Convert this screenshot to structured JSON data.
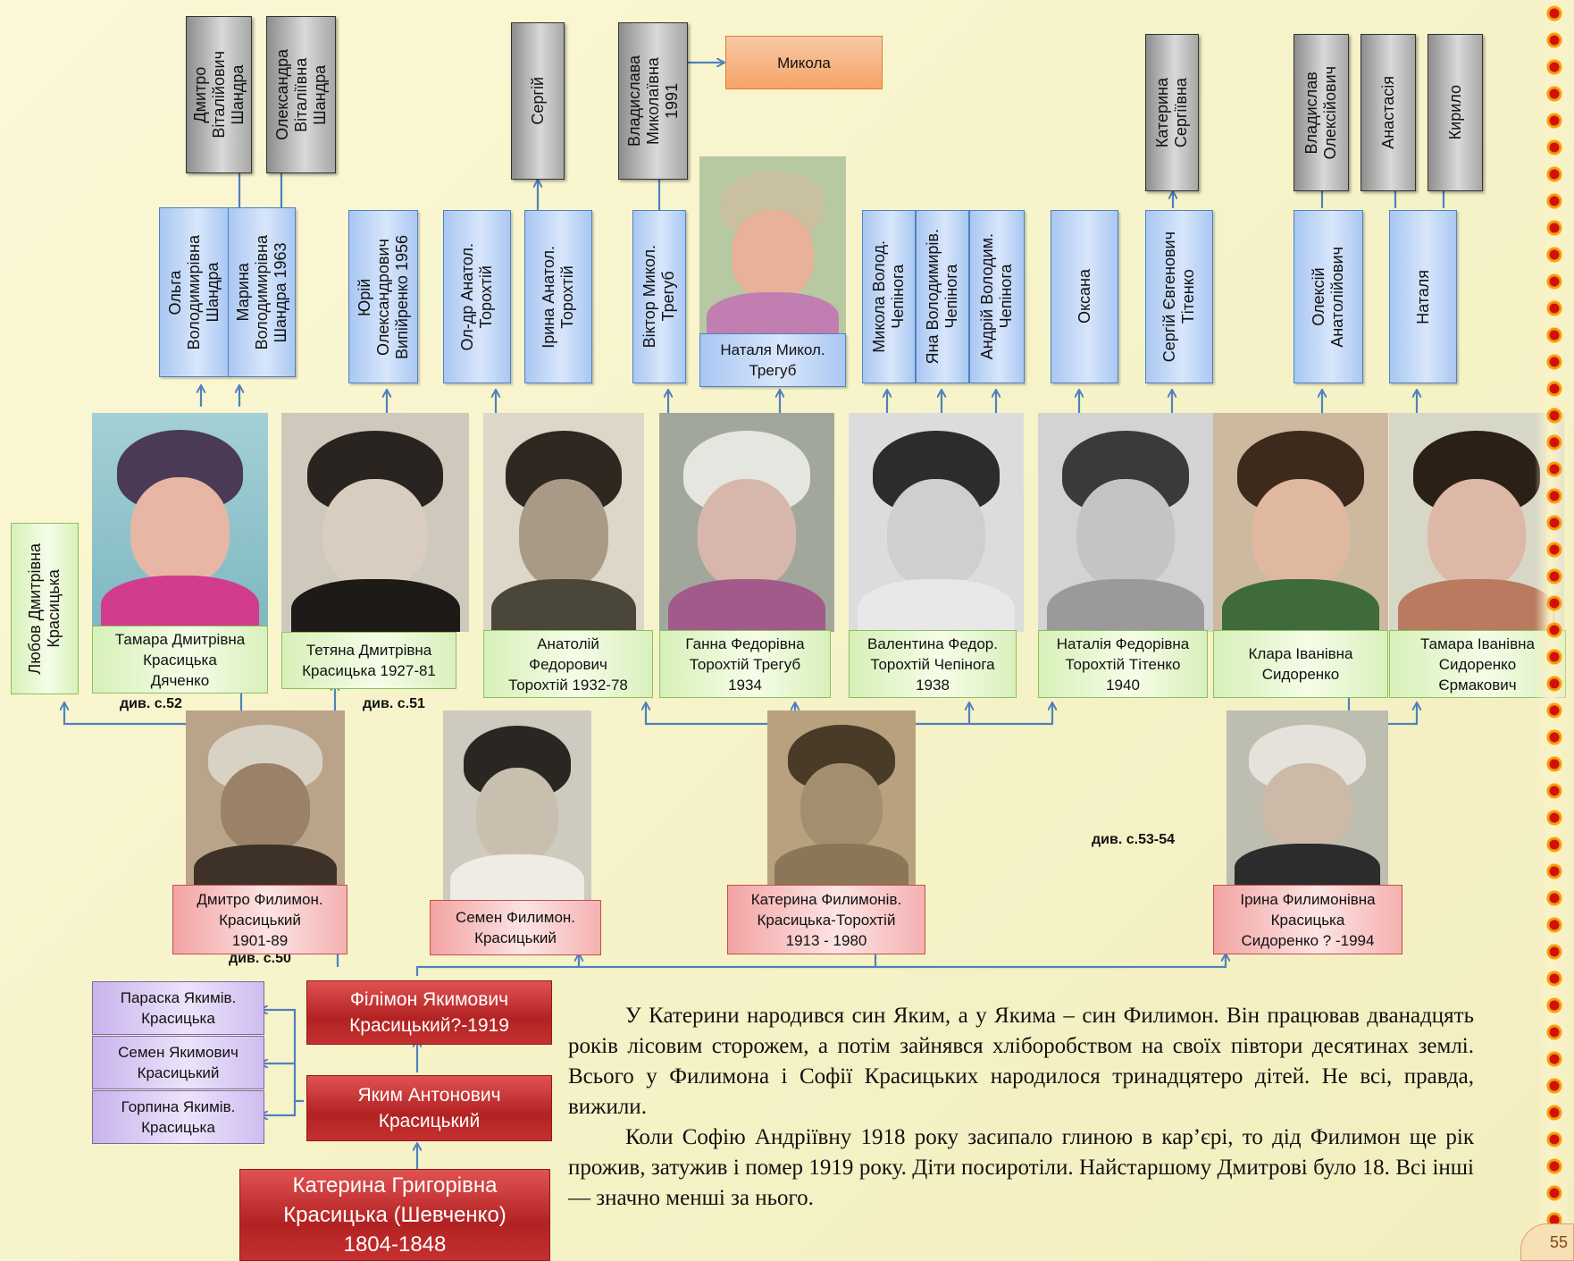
{
  "grandchildren_gray": [
    {
      "id": "g1",
      "text": "Дмитро\nВіталійович\nШандра"
    },
    {
      "id": "g2",
      "text": "Олександра\nВіталіївна\nШандра"
    },
    {
      "id": "g3",
      "text": "Сергій"
    },
    {
      "id": "g4",
      "text": "Владислава\nМиколаївна\n1991"
    },
    {
      "id": "g5",
      "text": "Катерина\nСергіївна"
    },
    {
      "id": "g6",
      "text": "Владислав\nОлексійович"
    },
    {
      "id": "g7",
      "text": "Анастасія"
    },
    {
      "id": "g8",
      "text": "Кирило"
    }
  ],
  "great_grandchild": "Микола",
  "children_blue": [
    {
      "id": "b1",
      "text": "Ольга\nВолодимирівна\nШандра"
    },
    {
      "id": "b2",
      "text": "Марина\nВолодимирівна\nШандра 1963"
    },
    {
      "id": "b3",
      "text": "Юрій\nОлександрович\nВипійренко 1956"
    },
    {
      "id": "b4",
      "text": "Ол-др Анатол.\nТорохтій"
    },
    {
      "id": "b5",
      "text": "Ірина Анатол.\nТорохтій"
    },
    {
      "id": "b6",
      "text": "Віктор Микол.\nТрегуб"
    },
    {
      "id": "b7",
      "text": "Микола Волод.\nЧепінога"
    },
    {
      "id": "b8",
      "text": "Яна Володимирів.\nЧепінога"
    },
    {
      "id": "b9",
      "text": "Андрій Володим.\nЧепінога"
    },
    {
      "id": "b10",
      "text": "Оксана"
    },
    {
      "id": "b11",
      "text": "Сергій Євгенович\nТітенко"
    },
    {
      "id": "b12",
      "text": "Олексій\nАнатолійович"
    },
    {
      "id": "b13",
      "text": "Наталя"
    }
  ],
  "natalia_tregub": "Наталя Микол.\nТрегуб",
  "lyubov": "Любов Дмитрівна\nКрасицька",
  "grandchildren_green": [
    {
      "id": "t1",
      "text": "Тамара  Дмитрівна\nКрасицька\nДяченко"
    },
    {
      "id": "t2",
      "text": "Тетяна  Дмитрівна\nКрасицька 1927-81"
    },
    {
      "id": "t3",
      "text": "Анатолій\nФедорович\nТорохтій 1932-78"
    },
    {
      "id": "t4",
      "text": "Ганна Федорівна\nТорохтій Трегуб\n1934"
    },
    {
      "id": "t5",
      "text": "Валентина Федор.\nТорохтій Чепінога\n1938"
    },
    {
      "id": "t6",
      "text": "Наталія Федорівна\nТорохтій Тітенко\n1940"
    },
    {
      "id": "t7",
      "text": "Клара Іванівна\nСидоренко"
    },
    {
      "id": "t8",
      "text": "Тамара Іванівна\nСидоренко\nЄрмакович"
    }
  ],
  "refs": {
    "r52": "див. с.52",
    "r51": "див. с.51",
    "r5354": "див. с.53-54",
    "r50": "див. с.50"
  },
  "children_pink": [
    {
      "id": "p1",
      "text": "Дмитро Филимон.\nКрасицький\n1901-89"
    },
    {
      "id": "p2",
      "text": "Семен Филимон.\nКрасицький"
    },
    {
      "id": "p3",
      "text": "Катерина Филимонів.\nКрасицька-Торохтій\n1913 - 1980"
    },
    {
      "id": "p4",
      "text": "Ірина Филимонівна\nКрасицька\nСидоренко ? -1994"
    }
  ],
  "siblings_violet": [
    {
      "id": "v1",
      "text": "Параска Якимів.\nКрасицька"
    },
    {
      "id": "v2",
      "text": "Семен Якимович\nКрасицький"
    },
    {
      "id": "v3",
      "text": "Горпина  Якимів.\nКрасицька"
    }
  ],
  "ancestors_red": [
    {
      "id": "a1",
      "text": "Філімон  Якимович\nКрасицький?-1919"
    },
    {
      "id": "a2",
      "text": "Яким Антонович\nКрасицький"
    },
    {
      "id": "a3",
      "text": "Катерина Григорівна\nКрасицька (Шевченко)\n1804-1848"
    }
  ],
  "story": [
    "У Катерини  народився син Яким, а у Якима – син Филимон. Він працював дванадцять років лісовим сторожем, а потім зайнявся хліборобством на своїх півтори десятинах землі. Всього у Филимона і Софії Красицьких народилося тринадцятеро дітей.  Не всі, правда, вижили.",
    "Коли Софію Андріївну 1918 року засипало глиною в кар’єрі, то дід Филимон ще рік прожив, затужив і помер 1919 року. Діти посиротіли. Найстаршому Дмитрові було 18. Всі інші — значно менші за нього."
  ],
  "page_number": "55"
}
